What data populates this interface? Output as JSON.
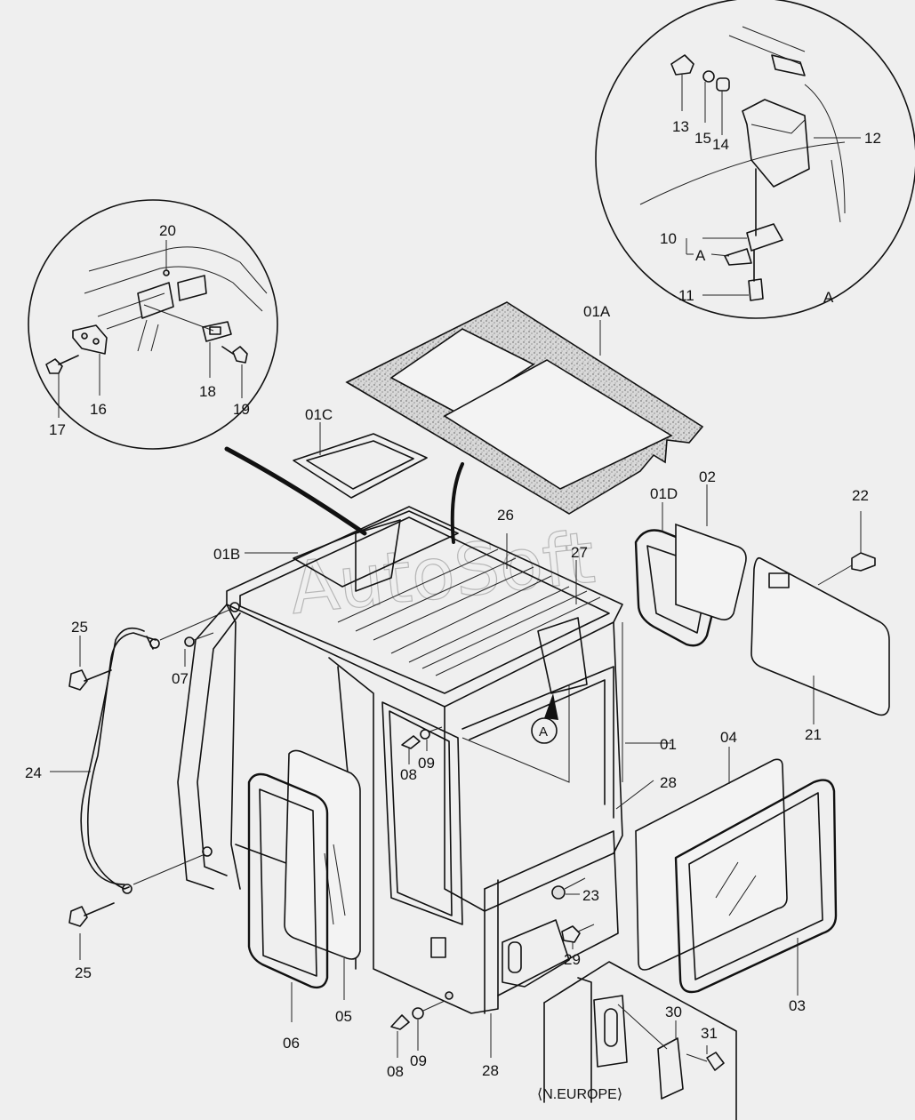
{
  "watermark": "AutoSoft",
  "detail_a_ref": "A",
  "region_label": "⟨N.EUROPE⟩",
  "labels": {
    "p01": "01",
    "p01A": "01A",
    "p01B": "01B",
    "p01C": "01C",
    "p01D": "01D",
    "p02": "02",
    "p03": "03",
    "p04": "04",
    "p05": "05",
    "p06": "06",
    "p07": "07",
    "p08a": "08",
    "p08b": "08",
    "p09a": "09",
    "p09b": "09",
    "p10": "10",
    "p11": "11",
    "p12": "12",
    "p13": "13",
    "p14": "14",
    "p15": "15",
    "p16": "16",
    "p17": "17",
    "p18": "18",
    "p19": "19",
    "p20": "20",
    "p21": "21",
    "p22": "22",
    "p23": "23",
    "p24": "24",
    "p25a": "25",
    "p25b": "25",
    "p26": "26",
    "p27": "27",
    "p28a": "28",
    "p28b": "28",
    "p29": "29",
    "p30": "30",
    "p31": "31",
    "detailA_sub": "A",
    "detailA_view": "A",
    "detailA_marker": "A"
  }
}
